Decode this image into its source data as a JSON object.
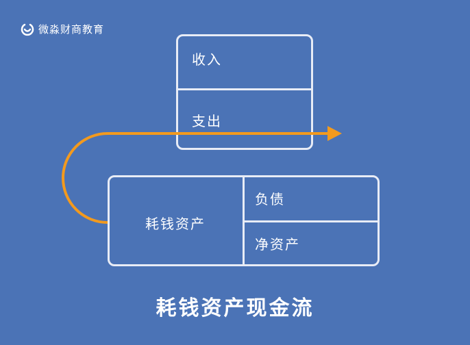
{
  "logo": {
    "text": "微淼财商教育"
  },
  "top_box": {
    "income": "收入",
    "expense": "支出"
  },
  "bottom_box": {
    "left": "耗钱资产",
    "liability": "负债",
    "net_assets": "净资产"
  },
  "title": "耗钱资产现金流",
  "colors": {
    "background": "#4b73b6",
    "arrow": "#f39a1e",
    "line": "#e8ecf6"
  }
}
